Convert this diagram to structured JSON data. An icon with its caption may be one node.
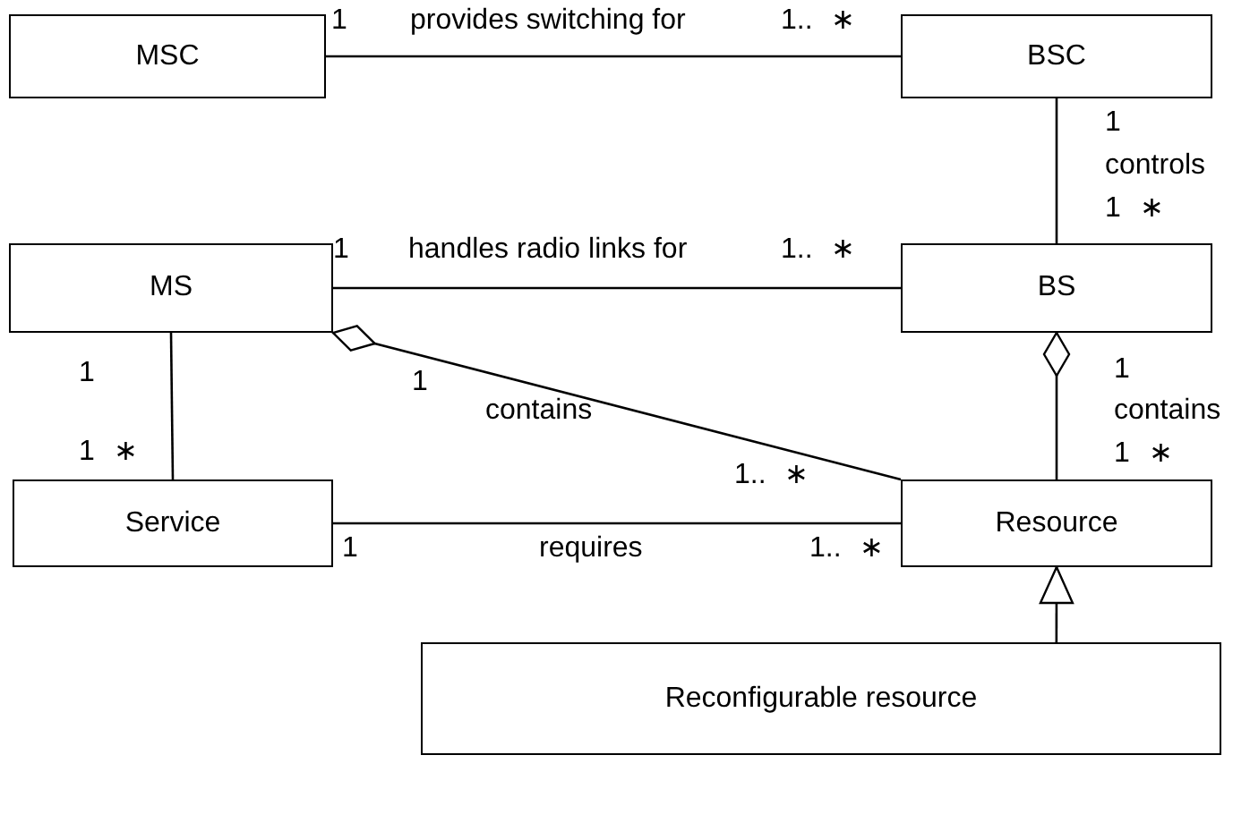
{
  "diagram": {
    "nodes": [
      {
        "text": [
          "MSC"
        ]
      },
      {
        "text": [
          "BSC"
        ]
      },
      {
        "text": [
          "MS"
        ]
      },
      {
        "text": [
          "BS"
        ]
      },
      {
        "text": [
          "Service"
        ]
      },
      {
        "text": [
          "Resource"
        ]
      },
      {
        "text": [
          "Reconfigurable resource"
        ]
      }
    ],
    "edges": [
      {
        "from": 0,
        "to": 1,
        "arrow": "none",
        "label": "provides switching for"
      },
      {
        "from": 1,
        "to": 3,
        "arrow": "none",
        "label": "controls"
      },
      {
        "from": 2,
        "to": 3,
        "arrow": "none",
        "label": "handles radio links for"
      },
      {
        "from": 2,
        "to": 4,
        "arrow": "none"
      },
      {
        "from": 2,
        "to": 5,
        "arrow": "other",
        "label": "contains"
      },
      {
        "from": 3,
        "to": 5,
        "arrow": "other",
        "label": "contains"
      },
      {
        "from": 4,
        "to": 5,
        "arrow": "none",
        "label": "requires"
      },
      {
        "from": 6,
        "to": 5,
        "arrow": "to"
      }
    ],
    "labels": [
      "1",
      "1.. ∗",
      "1",
      "1 ∗",
      "1",
      "1.. ∗",
      "1",
      "1 ∗",
      "1",
      "1.. ∗",
      "1",
      "1 ∗",
      "1",
      "1.. ∗"
    ]
  }
}
